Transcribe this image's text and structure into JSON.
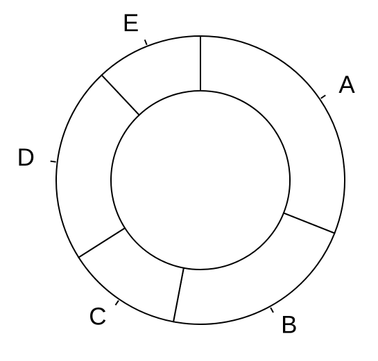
{
  "chart_data": {
    "type": "pie",
    "variant": "donut",
    "categories": [
      "A",
      "B",
      "C",
      "D",
      "E"
    ],
    "values": [
      31,
      22,
      13,
      22,
      12
    ],
    "colors": {
      "fill": "#ffffff",
      "stroke": "#000000",
      "text": "#000000"
    },
    "legend": "none",
    "title": ""
  }
}
